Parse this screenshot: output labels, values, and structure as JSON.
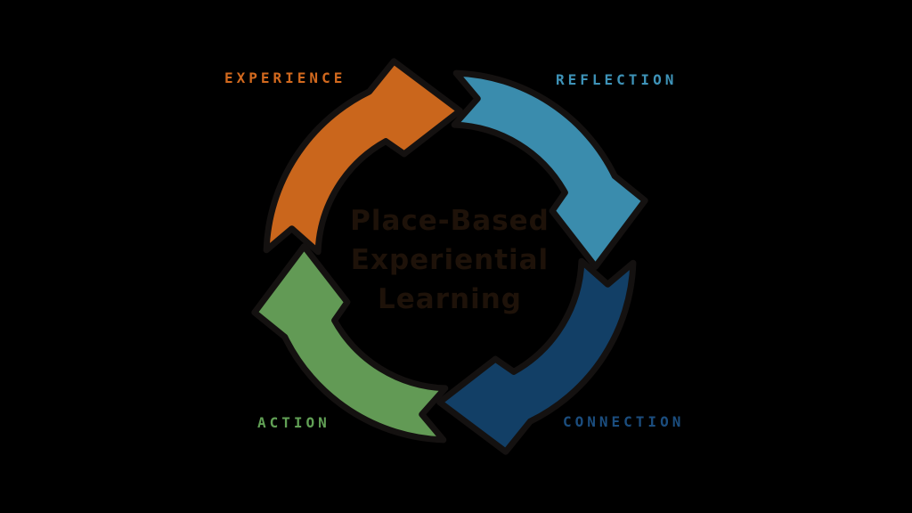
{
  "canvas": {
    "background": "#000000"
  },
  "diagram": {
    "center_title": {
      "lines": [
        "Place-Based",
        "Experiential",
        "Learning"
      ],
      "color": "#1e1209"
    },
    "outline_color": "#141110",
    "stages": [
      {
        "id": "experience",
        "label": "EXPERIENCE",
        "arrow_color": "#ca661c",
        "label_color": "#d2691e",
        "position": "top-left"
      },
      {
        "id": "reflection",
        "label": "REFLECTION",
        "arrow_color": "#3a8cad",
        "label_color": "#3e93b8",
        "position": "top-right"
      },
      {
        "id": "connection",
        "label": "CONNECTION",
        "arrow_color": "#123f66",
        "label_color": "#1b4d7e",
        "position": "bottom-right"
      },
      {
        "id": "action",
        "label": "ACTION",
        "arrow_color": "#629a55",
        "label_color": "#61a055",
        "position": "bottom-left"
      }
    ]
  }
}
